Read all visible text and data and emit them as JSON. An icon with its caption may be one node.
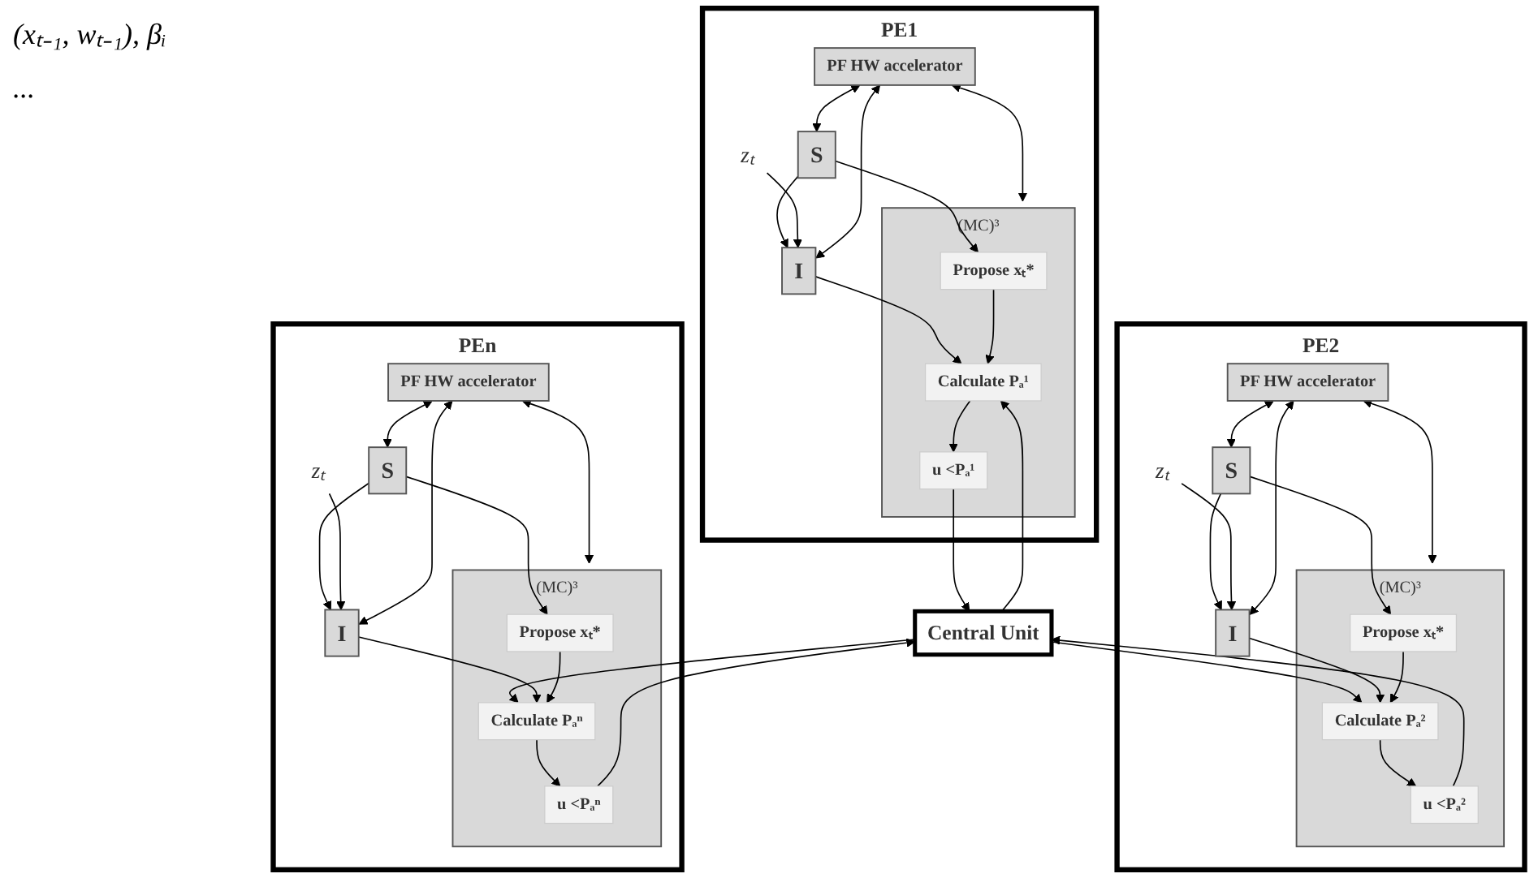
{
  "diagram": {
    "nodes": [
      {
        "text": [
          "Central Unit"
        ]
      },
      {
        "text": [
          "PE1"
        ]
      },
      {
        "text": [
          "PF HW accelerator"
        ],
        "in": 1
      },
      {
        "text": [
          "(MC)³"
        ],
        "in": 1
      },
      {
        "text": [
          "S"
        ],
        "in": 1
      },
      {
        "text": [
          "I"
        ],
        "in": 1
      },
      {
        "text": [
          "Propose xₜ*"
        ],
        "in": 3
      },
      {
        "text": [
          "Calculate Pₐ¹"
        ],
        "in": 3
      },
      {
        "text": [
          "u <Pₐ¹"
        ],
        "in": 3
      },
      {
        "text": [
          "zₜ"
        ],
        "in": 1
      },
      {
        "text": [
          "PE2"
        ]
      },
      {
        "text": [
          "PF HW accelerator"
        ],
        "in": 10
      },
      {
        "text": [
          "(MC)³"
        ],
        "in": 10
      },
      {
        "text": [
          "S"
        ],
        "in": 10
      },
      {
        "text": [
          "I"
        ],
        "in": 10
      },
      {
        "text": [
          "Propose xₜ*"
        ],
        "in": 12
      },
      {
        "text": [
          "Calculate Pₐ²"
        ],
        "in": 12
      },
      {
        "text": [
          "u <Pₐ²"
        ],
        "in": 12
      },
      {
        "text": [
          "zₜ"
        ],
        "in": 10
      },
      {
        "text": [
          "PEn"
        ]
      },
      {
        "text": [
          "PF HW accelerator"
        ],
        "in": 19
      },
      {
        "text": [
          "(MC)³"
        ],
        "in": 19
      },
      {
        "text": [
          "S"
        ],
        "in": 19
      },
      {
        "text": [
          "I"
        ],
        "in": 19
      },
      {
        "text": [
          "Propose xₜ*"
        ],
        "in": 21
      },
      {
        "text": [
          "Calculate Pₐⁿ"
        ],
        "in": 21
      },
      {
        "text": [
          "u <Pₐⁿ"
        ],
        "in": 21
      },
      {
        "text": [
          "zₜ"
        ],
        "in": 19
      }
    ],
    "edges": [
      {
        "from": 0,
        "to": 7,
        "arrow": "to"
      },
      {
        "from": 0,
        "to": 16,
        "arrow": "to"
      },
      {
        "from": 0,
        "to": 25,
        "arrow": "to"
      },
      {
        "from": 2,
        "to": 4,
        "arrow": "both"
      },
      {
        "from": 2,
        "to": 3,
        "arrow": "both"
      },
      {
        "from": 5,
        "to": 2,
        "arrow": "both"
      },
      {
        "from": 4,
        "to": 6,
        "arrow": "to"
      },
      {
        "from": 4,
        "to": 5,
        "arrow": "to"
      },
      {
        "from": 5,
        "to": 7,
        "arrow": "to"
      },
      {
        "from": 6,
        "to": 7,
        "arrow": "to"
      },
      {
        "from": 7,
        "to": 8,
        "arrow": "to"
      },
      {
        "from": 9,
        "to": 5,
        "arrow": "to"
      },
      {
        "from": 11,
        "to": 13,
        "arrow": "both"
      },
      {
        "from": 11,
        "to": 12,
        "arrow": "both"
      },
      {
        "from": 14,
        "to": 11,
        "arrow": "both"
      },
      {
        "from": 13,
        "to": 15,
        "arrow": "to"
      },
      {
        "from": 13,
        "to": 14,
        "arrow": "to"
      },
      {
        "from": 14,
        "to": 16,
        "arrow": "to"
      },
      {
        "from": 15,
        "to": 16,
        "arrow": "to"
      },
      {
        "from": 16,
        "to": 17,
        "arrow": "to"
      },
      {
        "from": 18,
        "to": 14,
        "arrow": "to"
      },
      {
        "from": 20,
        "to": 22,
        "arrow": "both"
      },
      {
        "from": 20,
        "to": 21,
        "arrow": "both"
      },
      {
        "from": 23,
        "to": 20,
        "arrow": "both"
      },
      {
        "from": 22,
        "to": 24,
        "arrow": "to"
      },
      {
        "from": 22,
        "to": 23,
        "arrow": "to"
      },
      {
        "from": 23,
        "to": 25,
        "arrow": "to"
      },
      {
        "from": 24,
        "to": 25,
        "arrow": "to"
      },
      {
        "from": 25,
        "to": 26,
        "arrow": "to"
      },
      {
        "from": 27,
        "to": 23,
        "arrow": "to"
      },
      {
        "from": 8,
        "to": 0,
        "arrow": "to"
      },
      {
        "from": 17,
        "to": 0,
        "arrow": "to"
      },
      {
        "from": 26,
        "to": 0,
        "arrow": "to"
      }
    ],
    "labels": [
      "(xₜ₋₁, wₜ₋₁), βᵢ",
      "..."
    ]
  }
}
